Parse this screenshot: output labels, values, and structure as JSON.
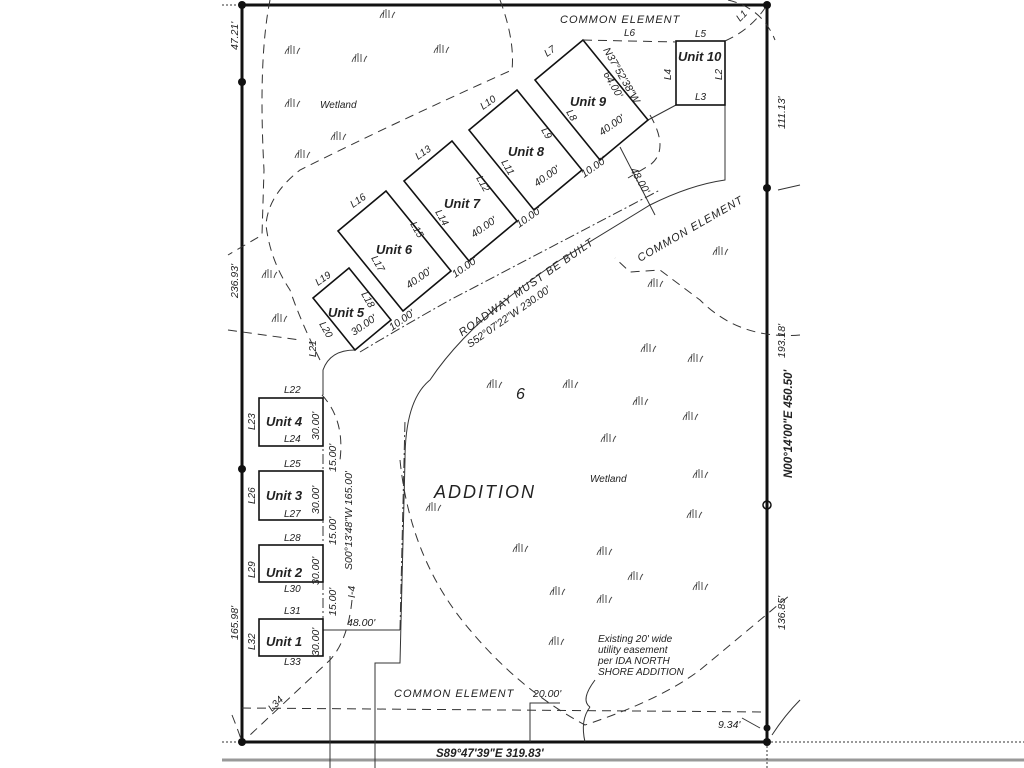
{
  "units": [
    "Unit 1",
    "Unit 2",
    "Unit 3",
    "Unit 4",
    "Unit 5",
    "Unit 6",
    "Unit 7",
    "Unit 8",
    "Unit 9",
    "Unit 10"
  ],
  "line_labels": [
    "L1",
    "L2",
    "L3",
    "L4",
    "L5",
    "L6",
    "L7",
    "L8",
    "L9",
    "L10",
    "L11",
    "L12",
    "L13",
    "L14",
    "L15",
    "L16",
    "L17",
    "L18",
    "L19",
    "L20",
    "L21",
    "L22",
    "L23",
    "L24",
    "L25",
    "L26",
    "L27",
    "L28",
    "L29",
    "L30",
    "L31",
    "L32",
    "L33",
    "L34"
  ],
  "boundary": {
    "west_top": "47.21'",
    "west_mid": "236.93'",
    "west_bottom": "165.98'",
    "east_top": "111.13'",
    "east_mid": "193.18'",
    "east_bearing": "N00°14'00\"E   450.50'",
    "east_bottom": "136.85'",
    "east_tie": "9.34'",
    "south_bearing": "S89°47'39\"E   319.83'"
  },
  "dimensions": {
    "unit_width_40": "40.00'",
    "unit_width_30": "30.00'",
    "gap_10": "10.00'",
    "gap_15": "15.00'",
    "road_width": "48.00'",
    "unit9_depth": "64.00'",
    "unit9_bearing": "N37°52'38\"W",
    "row_bearing": "S52°07'22\"W   230.00'",
    "west_row_bearing": "S00°13'48\"W   165.00'",
    "easement_width": "20.00'",
    "marker": "I-4"
  },
  "areas": {
    "common_element": "COMMON   ELEMENT",
    "wetland": "Wetland",
    "roadway": "ROADWAY MUST BE BUILT",
    "addition_number": "6",
    "addition": "ADDITION"
  },
  "note": [
    "Existing 20' wide",
    "utility easement",
    "per IDA NORTH",
    "SHORE ADDITION"
  ]
}
